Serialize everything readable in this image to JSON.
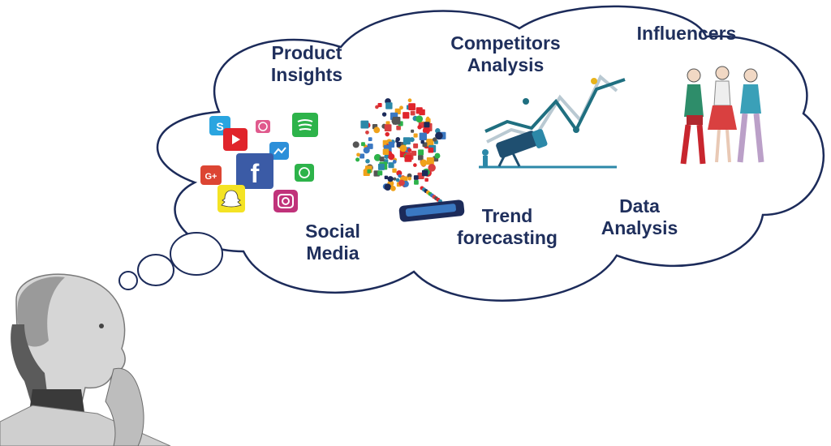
{
  "colors": {
    "cloud_outline": "#1c2b5a",
    "label_text": "#1f2f5c",
    "chart_teal": "#1f6f80",
    "robot_silver": "#c9c9c9"
  },
  "labels": {
    "product_insights": [
      "Product",
      "Insights"
    ],
    "competitors_analysis": [
      "Competitors",
      "Analysis"
    ],
    "influencers": [
      "Influencers"
    ],
    "social_media": [
      "Social",
      "Media"
    ],
    "trend_forecasting": [
      "Trend",
      "forecasting"
    ],
    "data_analysis": [
      "Data",
      "Analysis"
    ]
  },
  "icons": {
    "social_apps": [
      "skype-icon",
      "youtube-icon",
      "dribbble-icon",
      "spotify-icon",
      "messenger-icon",
      "facebook-icon",
      "google-plus-icon",
      "whatsapp-icon",
      "snapchat-icon",
      "instagram-icon"
    ],
    "facebook_glyph": "f",
    "google_plus_glyph": "G+",
    "skype_glyph": "S"
  }
}
